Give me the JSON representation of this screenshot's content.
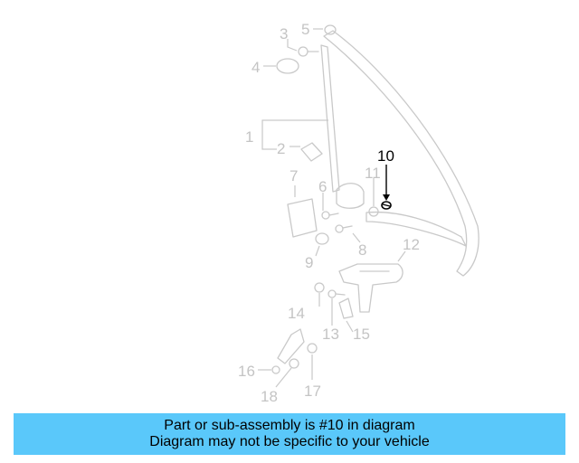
{
  "diagram": {
    "callouts": [
      {
        "id": "c1",
        "text": "1",
        "highlight": false
      },
      {
        "id": "c2",
        "text": "2",
        "highlight": false
      },
      {
        "id": "c3",
        "text": "3",
        "highlight": false
      },
      {
        "id": "c4",
        "text": "4",
        "highlight": false
      },
      {
        "id": "c5",
        "text": "5",
        "highlight": false
      },
      {
        "id": "c6",
        "text": "6",
        "highlight": false
      },
      {
        "id": "c7",
        "text": "7",
        "highlight": false
      },
      {
        "id": "c8",
        "text": "8",
        "highlight": false
      },
      {
        "id": "c9",
        "text": "9",
        "highlight": false
      },
      {
        "id": "c10",
        "text": "10",
        "highlight": true
      },
      {
        "id": "c11",
        "text": "11",
        "highlight": false
      },
      {
        "id": "c12",
        "text": "12",
        "highlight": false
      },
      {
        "id": "c13",
        "text": "13",
        "highlight": false
      },
      {
        "id": "c14",
        "text": "14",
        "highlight": false
      },
      {
        "id": "c15",
        "text": "15",
        "highlight": false
      },
      {
        "id": "c16",
        "text": "16",
        "highlight": false
      },
      {
        "id": "c17",
        "text": "17",
        "highlight": false
      },
      {
        "id": "c18",
        "text": "18",
        "highlight": false
      }
    ],
    "colors": {
      "highlight": "#000000",
      "faded": "#c4c4c4",
      "banner": "#5ac8fa"
    }
  },
  "caption": {
    "line1": "Part or sub-assembly is #10 in diagram",
    "line2": "Diagram may not be specific to your vehicle"
  }
}
